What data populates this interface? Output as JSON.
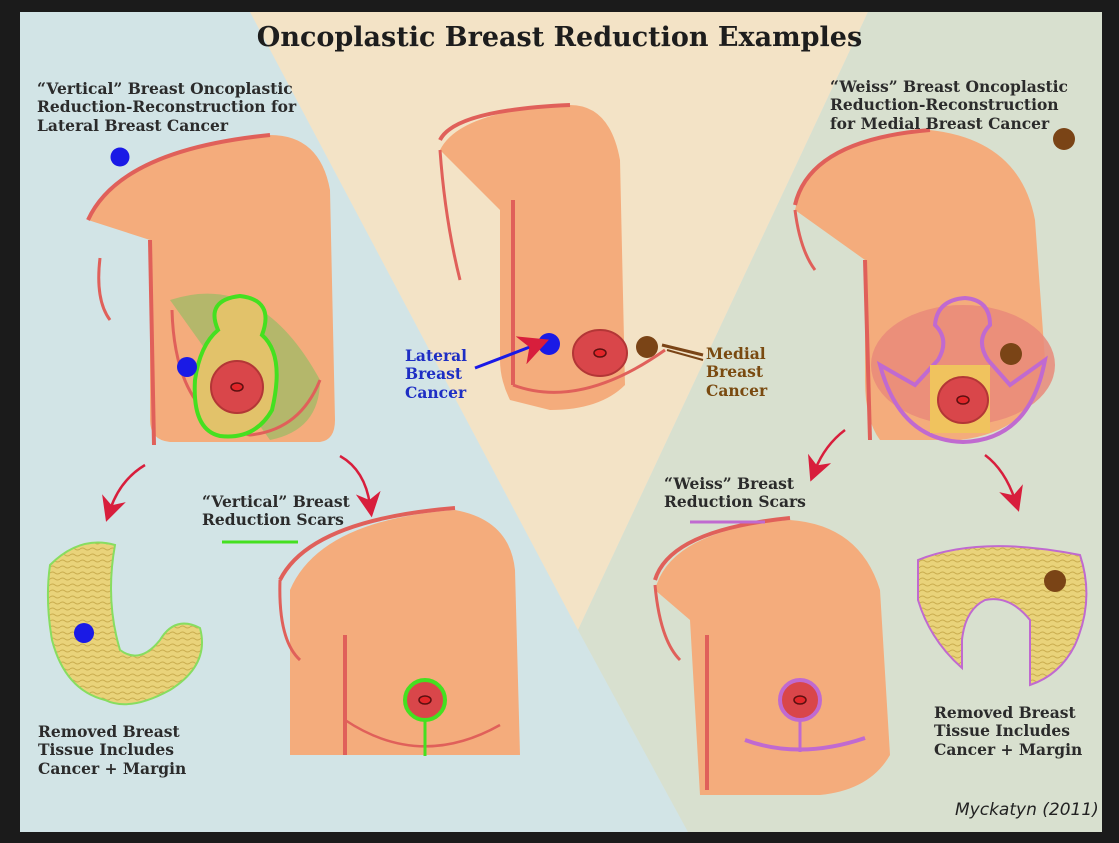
{
  "title": "Oncoplastic Breast Reduction Examples",
  "vertical_header": "“Vertical” Breast Oncoplastic Reduction-Reconstruction for Lateral Breast Cancer",
  "weiss_header": "“Weiss” Breast Oncoplastic Reduction-Reconstruction for Medial Breast Cancer",
  "lateral_label": "Lateral Breast Cancer",
  "medial_label": "Medial Breast Cancer",
  "vertical_scars": "“Vertical” Breast Reduction Scars",
  "weiss_scars": "“Weiss” Breast Reduction Scars",
  "removed_left": "Removed Breast Tissue Includes Cancer + Margin",
  "removed_right": "Removed Breast Tissue Includes Cancer + Margin",
  "signature": "Myckatyn (2011)",
  "colors": {
    "skin": "#f4ac7c",
    "skin_outline": "#e0605a",
    "lateral_cancer": "#1a1ae6",
    "medial_cancer": "#7a4416",
    "vertical_scar": "#44e020",
    "weiss_scar": "#c06ad0",
    "arrow": "#d81e3c"
  }
}
